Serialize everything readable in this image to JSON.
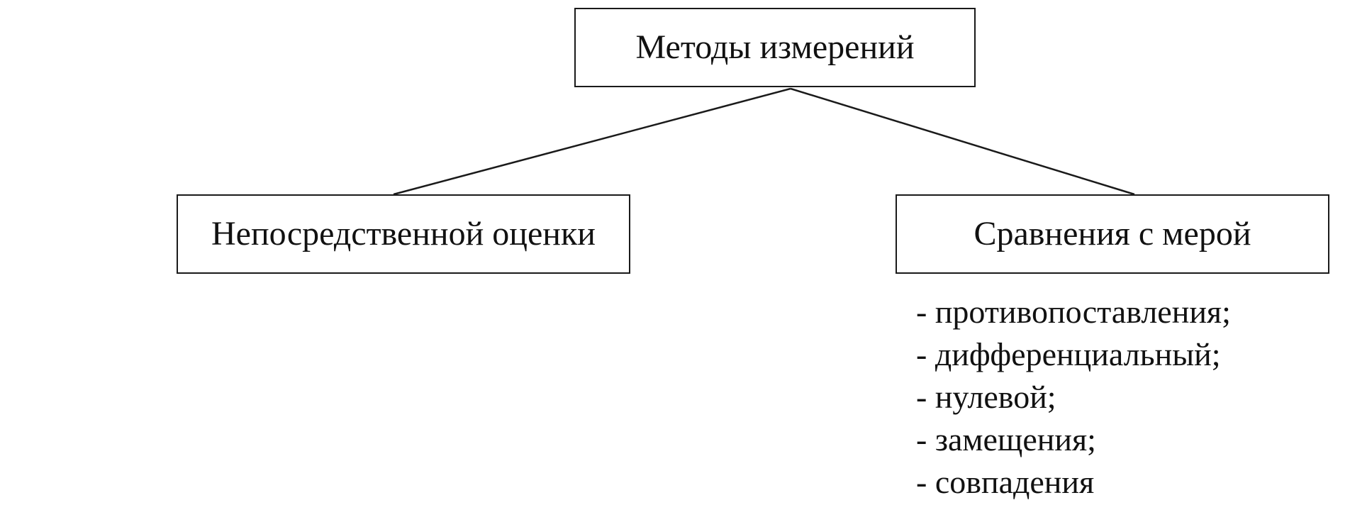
{
  "diagram": {
    "root": {
      "label": "Методы измерений"
    },
    "children": [
      {
        "label": "Непосредственной оценки"
      },
      {
        "label": "Сравнения с мерой"
      }
    ],
    "subitems": [
      "- противопоставления;",
      "- дифференциальный;",
      "- нулевой;",
      "- замещения;",
      "- совпадения"
    ]
  }
}
